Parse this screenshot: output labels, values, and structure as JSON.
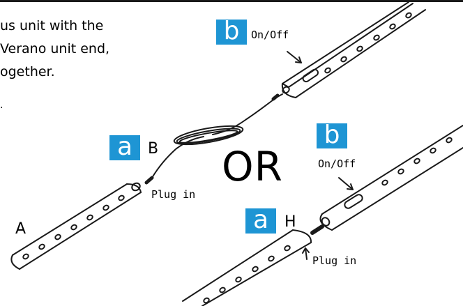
{
  "instructions": {
    "line1": "us unit with the",
    "line2": " Verano unit end,",
    "line3": "ogether.",
    "line4": "."
  },
  "badges": {
    "b_top": "b",
    "a_left": "a",
    "b_right": "b",
    "a_right": "a"
  },
  "labels": {
    "onoff_top": "On/Off",
    "onoff_right": "On/Off",
    "plug_in_left": "Plug in",
    "plug_in_right": "Plug in",
    "letter_a": "A",
    "letter_b": "B",
    "letter_h": "H",
    "or": "OR"
  },
  "colors": {
    "badge": "#1e95d4",
    "line": "#1a1a1a"
  }
}
